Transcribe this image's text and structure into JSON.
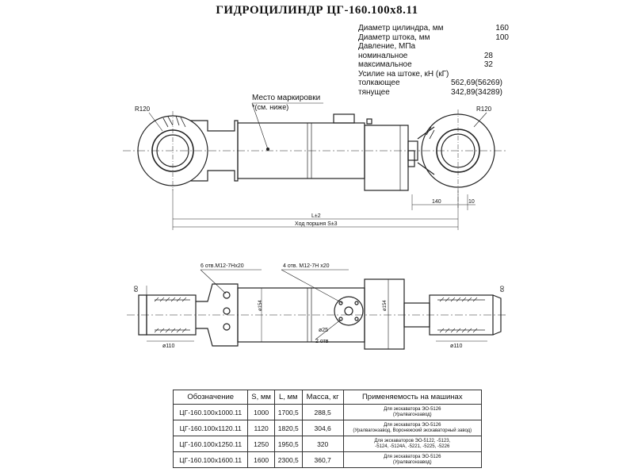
{
  "title": "ГИДРОЦИЛИНДР ЦГ-160.100х8.11",
  "specs": [
    {
      "label": "Диаметр цилиндра, мм",
      "value": "160"
    },
    {
      "label": "Диаметр штока, мм",
      "value": "100"
    },
    {
      "label": "Давление, МПа",
      "value": ""
    },
    {
      "label": "номинальное",
      "value": "28"
    },
    {
      "label": "максимальное",
      "value": "32"
    },
    {
      "label": "Усилие на штоке, кН (кГ)",
      "value": ""
    },
    {
      "label": "толкающее",
      "value": "562,69(56269)"
    },
    {
      "label": "тянущее",
      "value": "342,89(34289)"
    }
  ],
  "annotations": {
    "marking_place": "Место маркировки",
    "marking_note": "*(см. ниже)",
    "r_left": "R120",
    "r_right": "R120",
    "dim_140": "140",
    "dim_10": "10",
    "dim_L": "L±2",
    "dim_stroke": "Ход поршня S±3",
    "holes_left": "6 отв.М12-7Нх20",
    "holes_right": "4 отв. М12-7Н х20",
    "dia_left": "ø110",
    "dia_right": "ø110",
    "dia_25": "ø25",
    "two_holes": "2 отв",
    "h_left": "60",
    "h_right": "60",
    "dia_mid": "ø154",
    "dia_mid2": "ø154"
  },
  "table": {
    "headers": [
      "Обозначение",
      "S, мм",
      "L, мм",
      "Масса, кг",
      "Применяемость на машинах"
    ],
    "rows": [
      {
        "designation": "ЦГ-160.100х1000.11",
        "s": "1000",
        "l": "1700,5",
        "mass": "288,5",
        "usage": [
          "Для экскаватора ЭО-5126",
          "(Уралвагонзавод)"
        ]
      },
      {
        "designation": "ЦГ-160.100х1120.11",
        "s": "1120",
        "l": "1820,5",
        "mass": "304,6",
        "usage": [
          "Для экскаватора ЭО-5126",
          "(Уралвагонзавод, Воронежский экскаваторный завод)"
        ]
      },
      {
        "designation": "ЦГ-160.100х1250.11",
        "s": "1250",
        "l": "1950,5",
        "mass": "320",
        "usage": [
          "Для экскаваторов ЭО-5122, -5123,",
          "-5124, -5124А, -5221, -5225, -5226"
        ]
      },
      {
        "designation": "ЦГ-160.100х1600.11",
        "s": "1600",
        "l": "2300,5",
        "mass": "360,7",
        "usage": [
          "Для экскаватора ЭО-5126",
          "(Уралвагонзавод)"
        ]
      }
    ]
  }
}
